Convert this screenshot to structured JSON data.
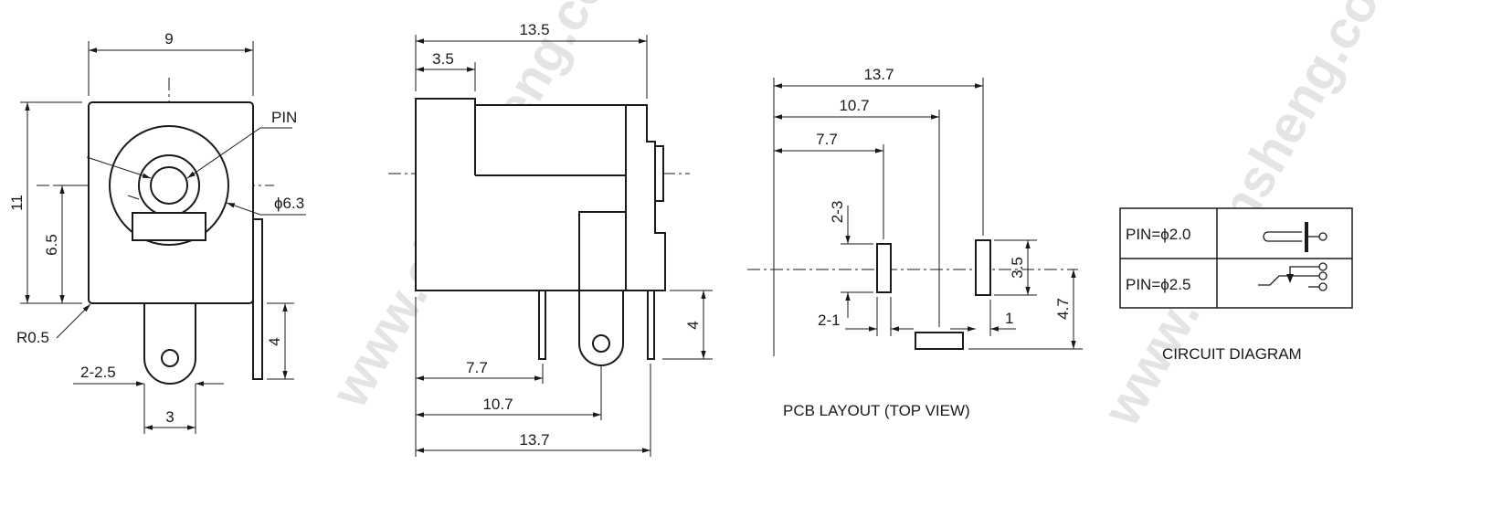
{
  "watermark": "www.chunsheng.com",
  "front_view": {
    "dim_width": "9",
    "dim_height": "11",
    "dim_pin_center": "6.5",
    "dim_pin_length": "4",
    "dim_corner_radius": "R0.5",
    "dim_pin_slot": "2-2.5",
    "dim_pin_width": "3",
    "label_pin": "PIN",
    "dim_diameter": "ϕ6.3"
  },
  "side_view": {
    "dim_total_length": "13.5",
    "dim_step": "3.5",
    "dim_pin_length": "4",
    "dim_pin1": "7.7",
    "dim_pin2": "10.7",
    "dim_pin3": "13.7"
  },
  "pcb_layout": {
    "title": "PCB LAYOUT (TOP VIEW)",
    "dim_x3": "13.7",
    "dim_x2": "10.7",
    "dim_x1": "7.7",
    "dim_slot_a": "2-3",
    "dim_slot_b": "2-1",
    "dim_slot_c": "1",
    "dim_height_a": "3.5",
    "dim_height_b": "4.7"
  },
  "circuit": {
    "title": "CIRCUIT DIAGRAM",
    "rows": [
      {
        "label": "PIN=ϕ2.0"
      },
      {
        "label": "PIN=ϕ2.5"
      }
    ]
  }
}
